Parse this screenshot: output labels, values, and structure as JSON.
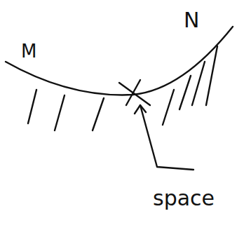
{
  "diagram": {
    "labels": [
      "M",
      "N",
      "space"
    ]
  }
}
